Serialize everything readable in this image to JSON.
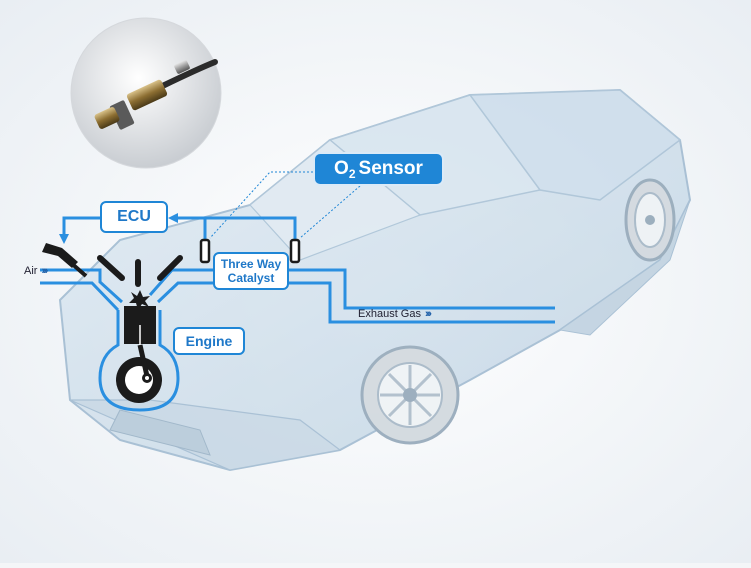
{
  "labels": {
    "o2_prefix": "O",
    "o2_subscript": "2",
    "o2_rest": "Sensor",
    "ecu": "ECU",
    "catalyst_line1": "Three Way",
    "catalyst_line2": "Catalyst",
    "engine": "Engine",
    "air": "Air",
    "exhaust": "Exhaust Gas",
    "chevrons": "›››"
  },
  "colors": {
    "pipe": "#2a8fe0",
    "pipe_light": "#7fbdf0",
    "label_border": "#1f86d6",
    "label_text": "#1f78c8",
    "sensor_box_bg": "#1f86d6",
    "car_glass": "#cfe0ee",
    "car_outline": "#9db8cf"
  },
  "icons": {
    "sensor_photo": "oxygen-sensor-photo",
    "injector": "fuel-injector-icon",
    "spark_plug": "spark-plug-icon",
    "spark": "spark-icon",
    "piston": "piston-icon",
    "crank": "crankshaft-icon",
    "o2_probe": "o2-probe-icon"
  }
}
